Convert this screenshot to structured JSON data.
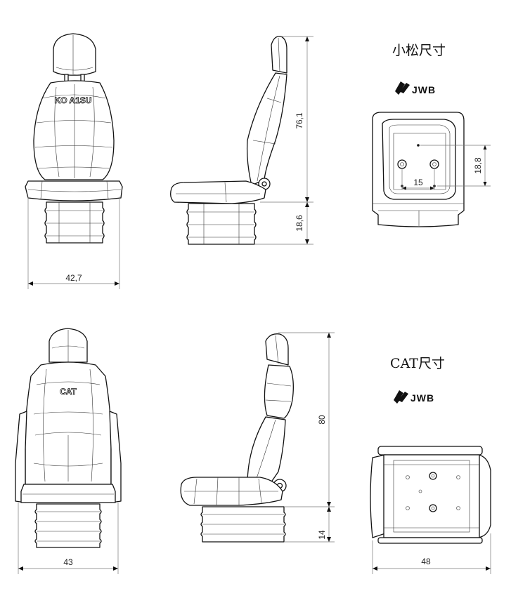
{
  "sections": [
    {
      "title": "小松尺寸",
      "brand": "JWB",
      "emblem": "KO A1SU",
      "dims": {
        "width": "42,7",
        "back_height": "76,1",
        "base_height": "18,6",
        "bolt_x": "15",
        "bolt_y": "18,8"
      }
    },
    {
      "title": "CAT尺寸",
      "brand": "JWB",
      "emblem": "CAT",
      "dims": {
        "width": "43",
        "back_height": "80",
        "base_height": "14",
        "top_width": "48"
      }
    }
  ]
}
